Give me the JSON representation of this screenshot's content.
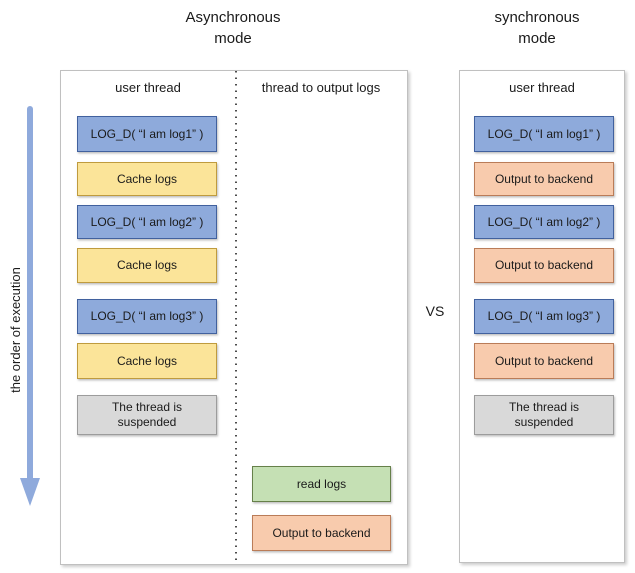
{
  "async_title": {
    "line1": "Asynchronous",
    "line2": "mode"
  },
  "sync_title": {
    "line1": "synchronous",
    "line2": "mode"
  },
  "vs_label": "VS",
  "axis_label": "the order of execution",
  "async_panel": {
    "columns": {
      "user": "user thread",
      "output": "thread to output logs"
    },
    "user_boxes": [
      {
        "label": "LOG_D( “I am log1” )"
      },
      {
        "label": "Cache logs"
      },
      {
        "label": "LOG_D( “I am log2” )"
      },
      {
        "label": "Cache logs"
      },
      {
        "label": "LOG_D( “I am log3” )"
      },
      {
        "label": "Cache logs"
      },
      {
        "label": "The thread is suspended"
      }
    ],
    "output_boxes": [
      {
        "label": "read logs"
      },
      {
        "label": "Output to backend"
      }
    ]
  },
  "sync_panel": {
    "header": "user thread",
    "boxes": [
      {
        "label": "LOG_D( “I am log1” )"
      },
      {
        "label": "Output to backend"
      },
      {
        "label": "LOG_D( “I am log2” )"
      },
      {
        "label": "Output to backend"
      },
      {
        "label": "LOG_D( “I am log3” )"
      },
      {
        "label": "Output to backend"
      },
      {
        "label": "The thread is suspended"
      }
    ]
  },
  "palette": {
    "blue-fill": "#8EAADB",
    "blue-border": "#41619E",
    "yellow-fill": "#FBE499",
    "yellow-border": "#BF9B3E",
    "orange-fill": "#F8CBAD",
    "orange-border": "#BA7C58",
    "green-fill": "#C5E0B4",
    "green-border": "#66804A",
    "gray-fill": "#D9D9D9",
    "gray-border": "#9C9C9C",
    "arrow-color": "#8FAADC",
    "panel-border": "#C0C0C0",
    "text-color": "#1A1A1A"
  }
}
